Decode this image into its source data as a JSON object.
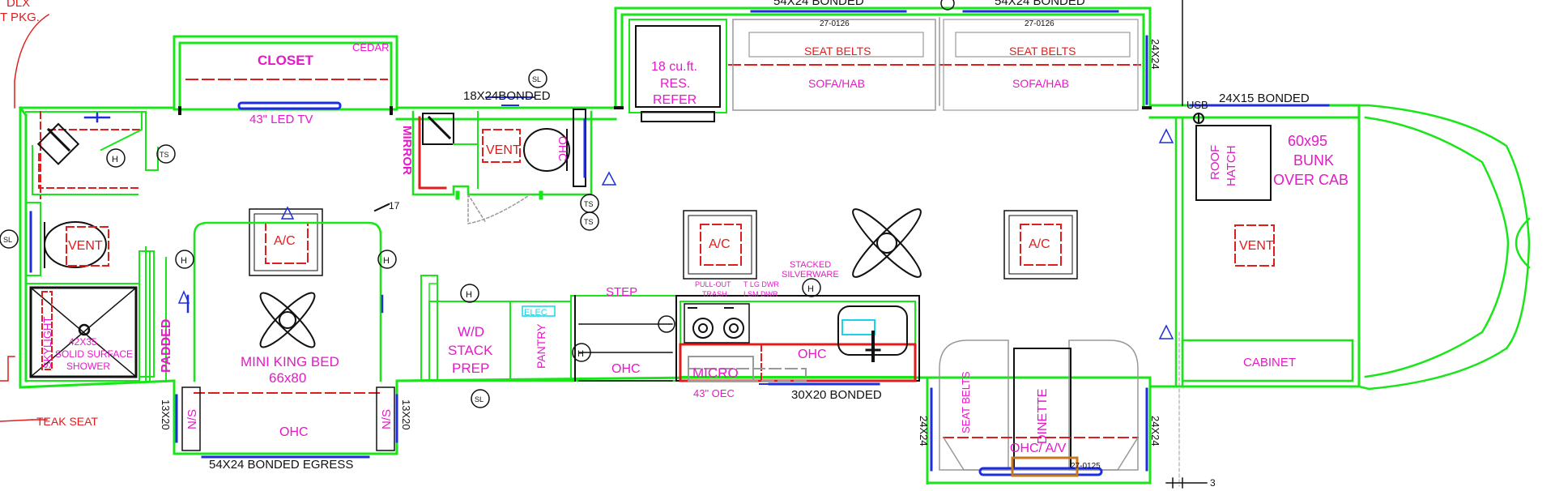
{
  "labels": {
    "dlx": "DLX",
    "pkg": "T PKG.",
    "closet": "CLOSET",
    "cedar": "CEDAR",
    "tv": "43\" LED TV",
    "mirror": "MIRROR",
    "window_18x24": "18X24BONDED",
    "vent_bath": "VENT",
    "ohc_bath": "OHC",
    "dim_17": "17",
    "refer_1": "18 cu.ft.",
    "refer_2": "RES.",
    "refer_3": "REFER",
    "window_top_left": "54X24 BONDED",
    "window_top_right": "54X24 BONDED",
    "part_left": "27-0126",
    "part_right": "27-0126",
    "seat_belts_left": "SEAT BELTS",
    "seat_belts_right": "SEAT BELTS",
    "sofa_left": "SOFA/HAB",
    "sofa_right": "SOFA/HAB",
    "window_24x24_top": "24X24",
    "usb": "USB",
    "window_24x15": "24X15 BONDED",
    "roof_hatch_1": "ROOF",
    "roof_hatch_2": "HATCH",
    "bunk_1": "60x95",
    "bunk_2": "BUNK",
    "bunk_3": "OVER CAB",
    "vent_cab": "VENT",
    "cabinet": "CABINET",
    "ac_bed": "A/C",
    "ac_mid": "A/C",
    "ac_right": "A/C",
    "vent_toilet": "VENT",
    "skylight": "SKYLIGHT",
    "shower_1": "42X35",
    "shower_2": "SOLID SURFACE",
    "shower_3": "SHOWER",
    "padded": "PADDED",
    "bed_1": "MINI KING BED",
    "bed_2": "66x80",
    "ns_left": "N/S",
    "ns_right": "N/S",
    "ohc_bed": "OHC",
    "win_13x20_left": "13X20",
    "win_13x20_right": "13X20",
    "egress": "54X24 BONDED EGRESS",
    "teak": "TEAK SEAT",
    "wd_1": "W/D",
    "wd_2": "STACK",
    "wd_3": "PREP",
    "pantry": "PANTRY",
    "elec": "ELEC",
    "step": "STEP",
    "ohc_step": "OHC",
    "trash_1": "PULL-OUT",
    "trash_2": "TRASH",
    "dwr_1": "T LG DWR",
    "dwr_2": "I SM DWR",
    "silver_1": "STACKED",
    "silver_2": "SILVERWARE",
    "micro": "MICRO",
    "oec": "43\" OEC",
    "ohc_kitchen": "OHC",
    "window_30x20": "30X20 BONDED",
    "window_24x24_left": "24X24",
    "window_24x24_right": "24X24",
    "seat_belts_dinette": "SEAT BELTS",
    "dinette": "DINETTE",
    "ohc_av": "OHC/ A/V",
    "part_dinette": "27-0125",
    "dim_3": "3",
    "sym_h": "H",
    "sym_ts": "TS",
    "sym_sl": "SL"
  },
  "colors": {
    "wall": "#19e619",
    "magenta": "#e619c8",
    "red": "#e01c1c",
    "blue": "#1c2ee0",
    "dark": "#111111",
    "cyan": "#19d4e6",
    "grey": "#999999"
  }
}
